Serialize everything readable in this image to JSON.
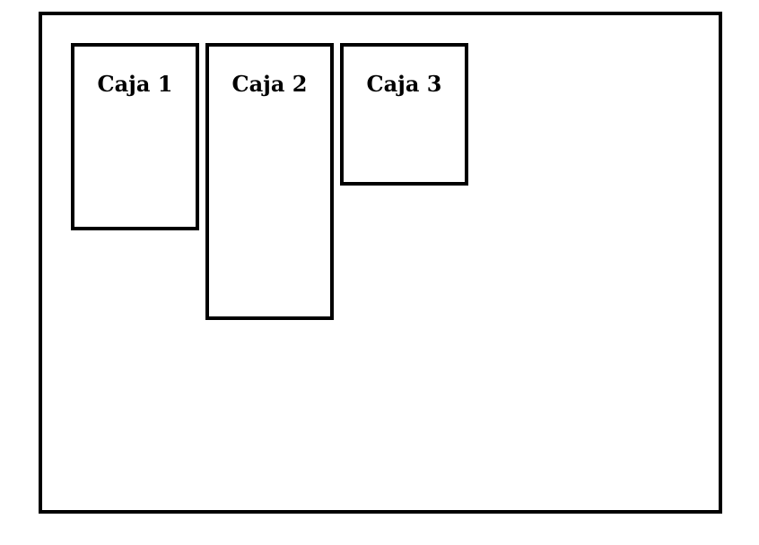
{
  "boxes": [
    {
      "label": "Caja 1"
    },
    {
      "label": "Caja 2"
    },
    {
      "label": "Caja 3"
    }
  ],
  "colors": {
    "border": "#000000",
    "background": "#ffffff",
    "text": "#000000"
  }
}
